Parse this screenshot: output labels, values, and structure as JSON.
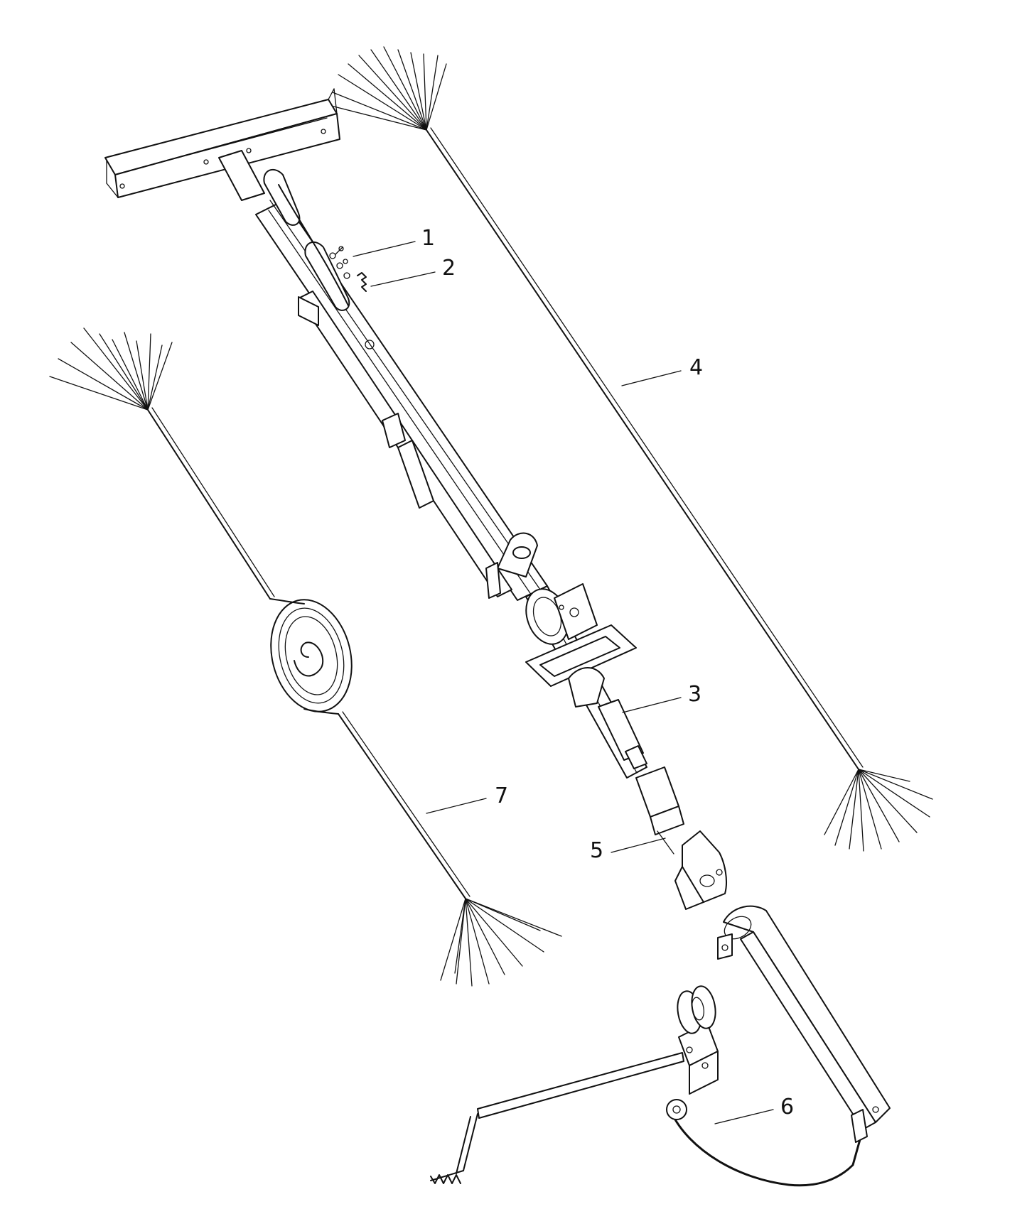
{
  "callouts": [
    {
      "id": "1",
      "label": "1"
    },
    {
      "id": "2",
      "label": "2"
    },
    {
      "id": "3",
      "label": "3"
    },
    {
      "id": "4",
      "label": "4"
    },
    {
      "id": "5",
      "label": "5"
    },
    {
      "id": "6",
      "label": "6"
    },
    {
      "id": "7",
      "label": "7"
    }
  ],
  "colors": {
    "ink": "#111111",
    "paper": "#ffffff"
  }
}
